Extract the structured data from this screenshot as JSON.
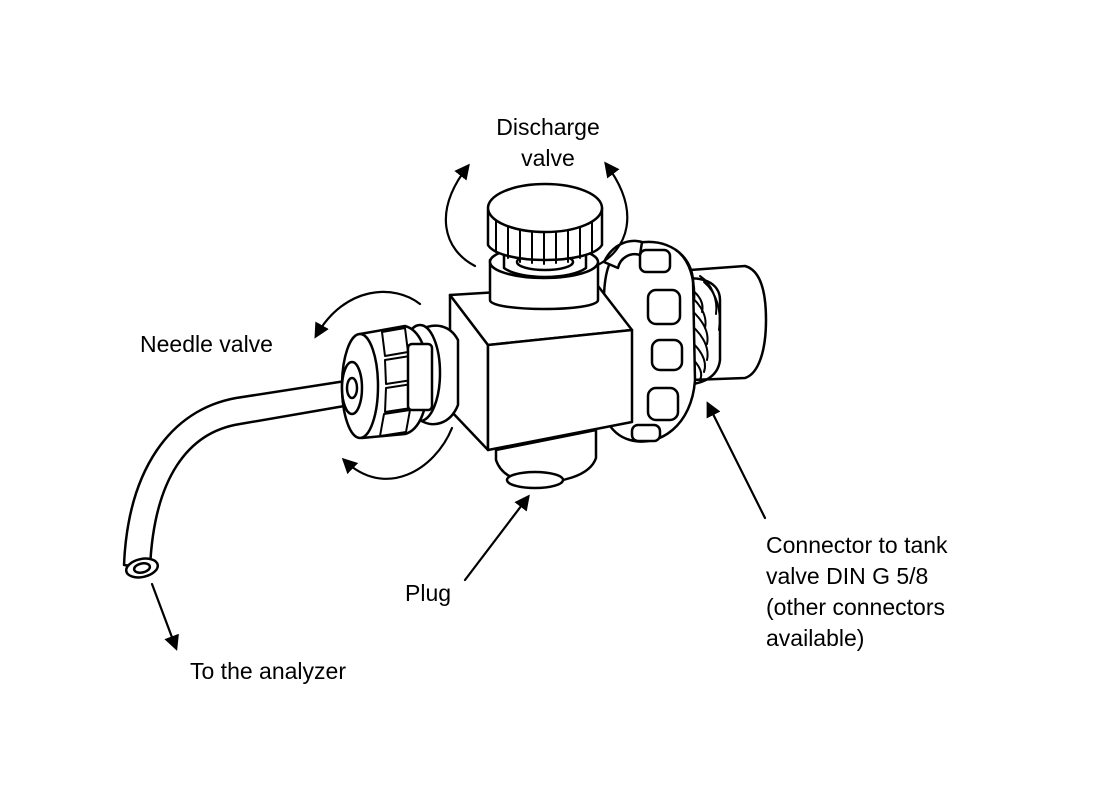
{
  "diagram": {
    "colors": {
      "ink": "#000000",
      "fill": "#ffffff",
      "shade": "#e6e6e6"
    },
    "labels": {
      "discharge_valve": [
        "Discharge",
        "valve"
      ],
      "needle_valve": "Needle valve",
      "plug": "Plug",
      "to_analyzer": "To the analyzer",
      "connector": [
        "Connector to tank",
        "valve DIN G 5/8",
        "(other connectors",
        "available)"
      ]
    }
  }
}
